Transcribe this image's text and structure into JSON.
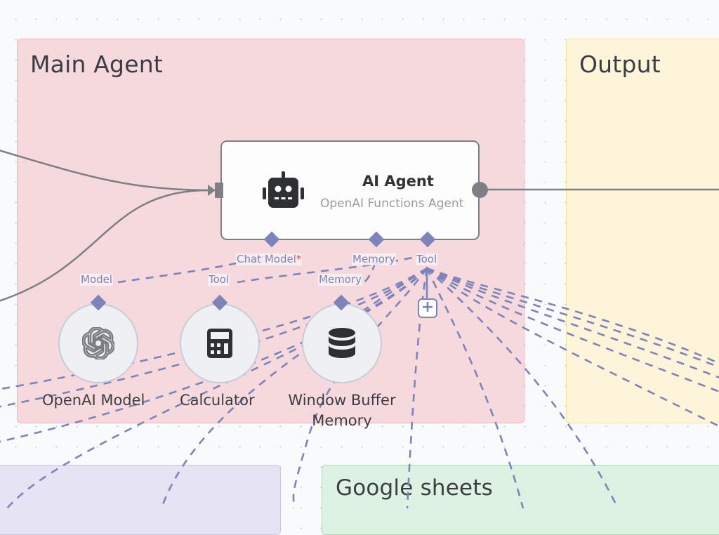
{
  "canvas": {
    "stickies": [
      {
        "id": "main",
        "title": "Main Agent",
        "color": "#f6d9dd"
      },
      {
        "id": "output",
        "title": "Output",
        "color": "#fdf4da"
      },
      {
        "id": "purple",
        "title": "",
        "color": "#e5e3f4"
      },
      {
        "id": "sheets",
        "title": "Google sheets",
        "color": "#ddf2e3"
      }
    ],
    "agent_node": {
      "title": "AI Agent",
      "subtitle": "OpenAI Functions Agent",
      "icon": "robot-icon",
      "ports": {
        "chat_model": {
          "label": "Chat Model",
          "required_marker": "*"
        },
        "memory": {
          "label": "Memory"
        },
        "tool": {
          "label": "Tool"
        }
      }
    },
    "sub_nodes": [
      {
        "id": "openai-model",
        "label": "OpenAI Model",
        "port_label": "Model",
        "icon": "openai-icon"
      },
      {
        "id": "calculator",
        "label": "Calculator",
        "port_label": "Tool",
        "icon": "calculator-icon"
      },
      {
        "id": "window-buffer-memory",
        "label_line1": "Window Buffer",
        "label_line2": "Memory",
        "port_label": "Memory",
        "icon": "database-icon"
      }
    ],
    "add_tool_button": {
      "label": "+"
    },
    "colors": {
      "connection": "#7d7f85",
      "ai_connection": "#7e84b9",
      "required": "#e0484f"
    }
  }
}
